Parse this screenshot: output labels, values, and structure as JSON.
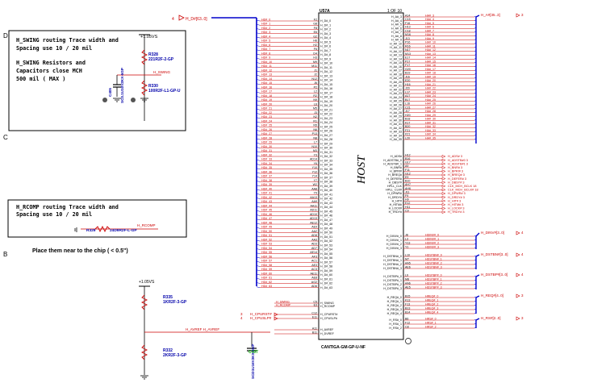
{
  "colors": {
    "wire": "#cc0000",
    "bus": "#0000cc",
    "ink": "#000000",
    "net": "#cc0000",
    "power": "#00aa00",
    "part": "#0000aa"
  },
  "margin_letters": [
    "D",
    "C",
    "B"
  ],
  "notes": {
    "swing": [
      "H_SWING routing Trace width and",
      "Spacing use 10 / 20 mil",
      "",
      "H_SWING Resistors and",
      "Capacitors close MCH",
      "500 mil ( MAX )"
    ],
    "rcomp": [
      "H_RCOMP routing Trace width and",
      "Spacing use 10 / 20 mil"
    ],
    "place": "Place them near to the chip ( < 0.5\")"
  },
  "chip": {
    "ref": "U57A",
    "part_of": "1 OF 10",
    "label": "HOST",
    "part_number": "CANTIGA-GM-GP-U-NF",
    "left_pins": [
      [
        "H_D#_0",
        "F2"
      ],
      [
        "H_D#_1",
        "G8"
      ],
      [
        "H_D#_2",
        "F8"
      ],
      [
        "H_D#_3",
        "E6"
      ],
      [
        "H_D#_4",
        "G2"
      ],
      [
        "H_D#_5",
        "H6"
      ],
      [
        "H_D#_6",
        "H2"
      ],
      [
        "H_D#_7",
        "F6"
      ],
      [
        "H_D#_8",
        "D4"
      ],
      [
        "H_D#_9",
        "H3"
      ],
      [
        "H_D#_10",
        "M9"
      ],
      [
        "H_D#_11",
        "M11"
      ],
      [
        "H_D#_12",
        "J1"
      ],
      [
        "H_D#_13",
        "J2"
      ],
      [
        "H_D#_14",
        "N12"
      ],
      [
        "H_D#_15",
        "J6"
      ],
      [
        "H_D#_16",
        "P2"
      ],
      [
        "H_D#_17",
        "L2"
      ],
      [
        "H_D#_18",
        "R2"
      ],
      [
        "H_D#_19",
        "N9"
      ],
      [
        "H_D#_20",
        "L6"
      ],
      [
        "H_D#_21",
        "M5"
      ],
      [
        "H_D#_22",
        "J3"
      ],
      [
        "H_D#_23",
        "N2"
      ],
      [
        "H_D#_24",
        "R1"
      ],
      [
        "H_D#_25",
        "N5"
      ],
      [
        "H_D#_26",
        "N6"
      ],
      [
        "H_D#_27",
        "P13"
      ],
      [
        "H_D#_28",
        "N8"
      ],
      [
        "H_D#_29",
        "L7"
      ],
      [
        "H_D#_30",
        "N10"
      ],
      [
        "H_D#_31",
        "M3"
      ],
      [
        "H_D#_32",
        "Y3"
      ],
      [
        "H_D#_33",
        "AD14"
      ],
      [
        "H_D#_34",
        "Y6"
      ],
      [
        "H_D#_35",
        "Y10"
      ],
      [
        "H_D#_36",
        "Y12"
      ],
      [
        "H_D#_37",
        "Y14"
      ],
      [
        "H_D#_38",
        "Y7"
      ],
      [
        "H_D#_39",
        "W2"
      ],
      [
        "H_D#_40",
        "AA8"
      ],
      [
        "H_D#_41",
        "Y9"
      ],
      [
        "H_D#_42",
        "AA13"
      ],
      [
        "H_D#_43",
        "AA9"
      ],
      [
        "H_D#_44",
        "AA11"
      ],
      [
        "H_D#_45",
        "AD11"
      ],
      [
        "H_D#_46",
        "AD10"
      ],
      [
        "H_D#_47",
        "AD13"
      ],
      [
        "H_D#_48",
        "AE12"
      ],
      [
        "H_D#_49",
        "AE9"
      ],
      [
        "H_D#_50",
        "AA2"
      ],
      [
        "H_D#_51",
        "AD8"
      ],
      [
        "H_D#_52",
        "AA3"
      ],
      [
        "H_D#_53",
        "AD3"
      ],
      [
        "H_D#_54",
        "AD7"
      ],
      [
        "H_D#_55",
        "AE14"
      ],
      [
        "H_D#_56",
        "AF3"
      ],
      [
        "H_D#_57",
        "AC1"
      ],
      [
        "H_D#_58",
        "AE3"
      ],
      [
        "H_D#_59",
        "AC3"
      ],
      [
        "H_D#_60",
        "AE11"
      ],
      [
        "H_D#_61",
        "AE8"
      ],
      [
        "H_D#_62",
        "AG2"
      ],
      [
        "H_D#_63",
        "AD6"
      ]
    ],
    "left_ctrl": [
      [
        "H_SWING",
        "C5"
      ],
      [
        "H_RCOMP",
        "E3"
      ],
      [
        "H_CPURST#",
        "C12"
      ],
      [
        "H_CPUSLP#",
        "E11"
      ],
      [
        "H_AVREF",
        "A11"
      ],
      [
        "H_DVREF",
        "B11"
      ]
    ],
    "right_a": [
      [
        "H_A#_3",
        "A14"
      ],
      [
        "H_A#_4",
        "C15"
      ],
      [
        "H_A#_5",
        "F16"
      ],
      [
        "H_A#_6",
        "H13"
      ],
      [
        "H_A#_7",
        "C18"
      ],
      [
        "H_A#_8",
        "M16"
      ],
      [
        "H_A#_9",
        "J13"
      ],
      [
        "H_A#_10",
        "P16"
      ],
      [
        "H_A#_11",
        "R16"
      ],
      [
        "H_A#_12",
        "N17"
      ],
      [
        "H_A#_13",
        "M13"
      ],
      [
        "H_A#_14",
        "E17"
      ],
      [
        "H_A#_15",
        "P17"
      ],
      [
        "H_A#_16",
        "F17"
      ],
      [
        "H_A#_17",
        "G20"
      ],
      [
        "H_A#_18",
        "B19"
      ],
      [
        "H_A#_19",
        "J16"
      ],
      [
        "H_A#_20",
        "E20"
      ],
      [
        "H_A#_21",
        "H16"
      ],
      [
        "H_A#_22",
        "J20"
      ],
      [
        "H_A#_23",
        "L17"
      ],
      [
        "H_A#_24",
        "A17"
      ],
      [
        "H_A#_25",
        "B17"
      ],
      [
        "H_A#_26",
        "L16"
      ],
      [
        "H_A#_27",
        "C21"
      ],
      [
        "H_A#_28",
        "J17"
      ],
      [
        "H_A#_29",
        "H20"
      ],
      [
        "H_A#_30",
        "B18"
      ],
      [
        "H_A#_31",
        "K17"
      ],
      [
        "H_A#_32",
        "B20"
      ],
      [
        "H_A#_33",
        "F21"
      ],
      [
        "H_A#_34",
        "K21"
      ],
      [
        "H_A#_35",
        "L20"
      ]
    ],
    "right_b": [
      [
        "H_ADS#",
        "H12"
      ],
      [
        "H_ADSTB#_0",
        "B16"
      ],
      [
        "H_ADSTB#_1",
        "G17"
      ],
      [
        "H_BNR#",
        "A9"
      ],
      [
        "H_BPRI#",
        "F11"
      ],
      [
        "H_BREQ#",
        "G12"
      ],
      [
        "H_DEFER#",
        "E9"
      ],
      [
        "H_DBSY#",
        "B10"
      ],
      [
        "HPLL_CLK",
        "AH7"
      ],
      [
        "HPLL_CLK#",
        "AH6"
      ],
      [
        "H_DPWR#",
        "J11"
      ],
      [
        "H_DRDY#",
        "F9"
      ],
      [
        "H_HIT#",
        "H9"
      ],
      [
        "H_HITM#",
        "E12"
      ],
      [
        "H_LOCK#",
        "H11"
      ],
      [
        "H_TRDY#",
        "C9"
      ]
    ],
    "right_dinv": [
      [
        "H_DINV#_0",
        "J8"
      ],
      [
        "H_DINV#_1",
        "L3"
      ],
      [
        "H_DINV#_2",
        "Y13"
      ],
      [
        "H_DINV#_3",
        "Y1"
      ]
    ],
    "right_dstbn": [
      [
        "H_DSTBN#_0",
        "L10"
      ],
      [
        "H_DSTBN#_1",
        "M7"
      ],
      [
        "H_DSTBN#_2",
        "AA5"
      ],
      [
        "H_DSTBN#_3",
        "AE6"
      ]
    ],
    "right_dstbp": [
      [
        "H_DSTBP#_0",
        "L9"
      ],
      [
        "H_DSTBP#_1",
        "M8"
      ],
      [
        "H_DSTBP#_2",
        "AA6"
      ],
      [
        "H_DSTBP#_3",
        "AE5"
      ]
    ],
    "right_req": [
      [
        "H_REQ#_0",
        "B15"
      ],
      [
        "H_REQ#_1",
        "K13"
      ],
      [
        "H_REQ#_2",
        "F13"
      ],
      [
        "H_REQ#_3",
        "B13"
      ],
      [
        "H_REQ#_4",
        "B14"
      ]
    ],
    "right_rs": [
      [
        "H_RS#_0",
        "B6"
      ],
      [
        "H_RS#_1",
        "F12"
      ],
      [
        "H_RS#_2",
        "C8"
      ]
    ]
  },
  "nets": {
    "left_in": [
      "H_D#[63..0]",
      "4"
    ],
    "right_a_out": [
      "H_A#[35..3]",
      "3"
    ],
    "right_b_out": [
      "H_ADS# 3",
      "H_ADSTB#0 3",
      "H_ADSTB#1 3",
      "H_BNR# 3",
      "H_BPRI# 3",
      "H_BREQ# 3",
      "H_DEFER# 3",
      "H_DBSY# 3",
      "CLK_MCH_BCLK 18",
      "CLK_MCH_BCLK# 18",
      "H_DPWR# 3",
      "H_DRDY# 3",
      "H_HIT# 3",
      "H_HITM# 3",
      "H_LOCK# 3",
      "H_TRDY# 3"
    ],
    "dinv": [
      "H_DINV#[3..0]",
      "4"
    ],
    "dstbn": [
      "H_DSTBN#[3..0]",
      "4"
    ],
    "dstbp": [
      "H_DSTBP#[3..0]",
      "4"
    ],
    "req": [
      "H_REQ#[4..0]",
      "3"
    ],
    "rs": [
      "H_RS#[2..0]",
      "3"
    ],
    "cpurst": [
      "3",
      "H_CPURST#"
    ],
    "cpuslp": [
      "4",
      "H_CPUSLP#"
    ],
    "avref_net": "H_AVREF  H_AVREF"
  },
  "parts": {
    "swing_pwr": "+1.05VS",
    "r328": [
      "R328",
      "221R2F-2-GP"
    ],
    "r330": [
      "R330",
      "100R2F-L1-GP-U"
    ],
    "c405": [
      "C405",
      "SC0.1U10V2KX-5GP"
    ],
    "r329": [
      "R329",
      "24D9R2F-L-GP"
    ],
    "rcomp_net": "H_RCOMP",
    "vref_pwr": "+1.05VS",
    "r335": [
      "R335",
      "1KR2F-3-GP"
    ],
    "r332": [
      "R332",
      "2KR2F-3-GP"
    ],
    "c407": [
      "C407",
      "SCD1U16V2KX-3GP"
    ]
  }
}
